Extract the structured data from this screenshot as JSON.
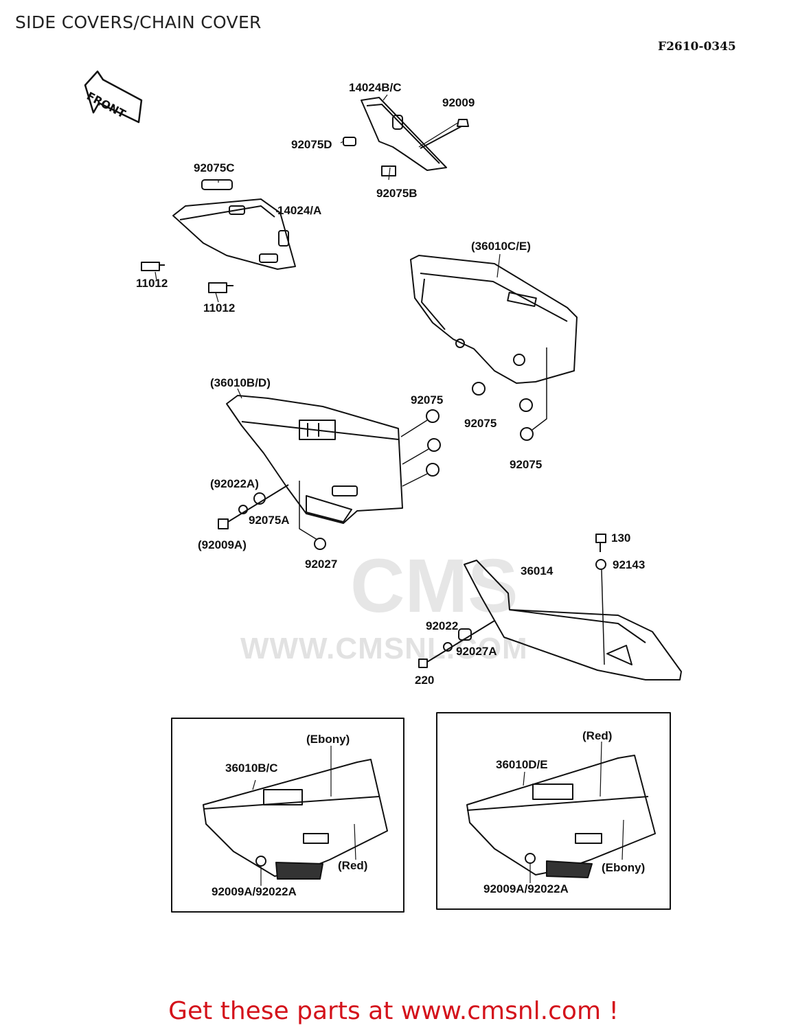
{
  "header": {
    "title": "SIDE COVERS/CHAIN COVER",
    "figure_code": "F2610-0345"
  },
  "front_arrow": {
    "label": "FRONT"
  },
  "parts": {
    "p14024BC": "14024B/C",
    "p92009": "92009",
    "p92075D": "92075D",
    "p92075B": "92075B",
    "p92075C": "92075C",
    "p14024A": "14024/A",
    "p11012a": "11012",
    "p11012b": "11012",
    "p36010CE": "(36010C/E)",
    "p36010BD": "(36010B/D)",
    "p92075a": "92075",
    "p92075b": "92075",
    "p92075c": "92075",
    "p92022A": "(92022A)",
    "p92075A": "92075A",
    "p92009A": "(92009A)",
    "p92027": "92027",
    "p130": "130",
    "p92143": "92143",
    "p36014": "36014",
    "p92022": "92022",
    "p92027A": "92027A",
    "p220": "220"
  },
  "inset_left": {
    "part": "36010B/C",
    "upper_color": "(Ebony)",
    "lower_color": "(Red)",
    "fasteners": "92009A/92022A"
  },
  "inset_right": {
    "part": "36010D/E",
    "upper_color": "(Red)",
    "lower_color": "(Ebony)",
    "fasteners": "92009A/92022A"
  },
  "watermark": {
    "logo": "CMS",
    "url": "WWW.CMSNL.COM"
  },
  "footer": {
    "link_text": "Get these parts at www.cmsnl.com !"
  }
}
